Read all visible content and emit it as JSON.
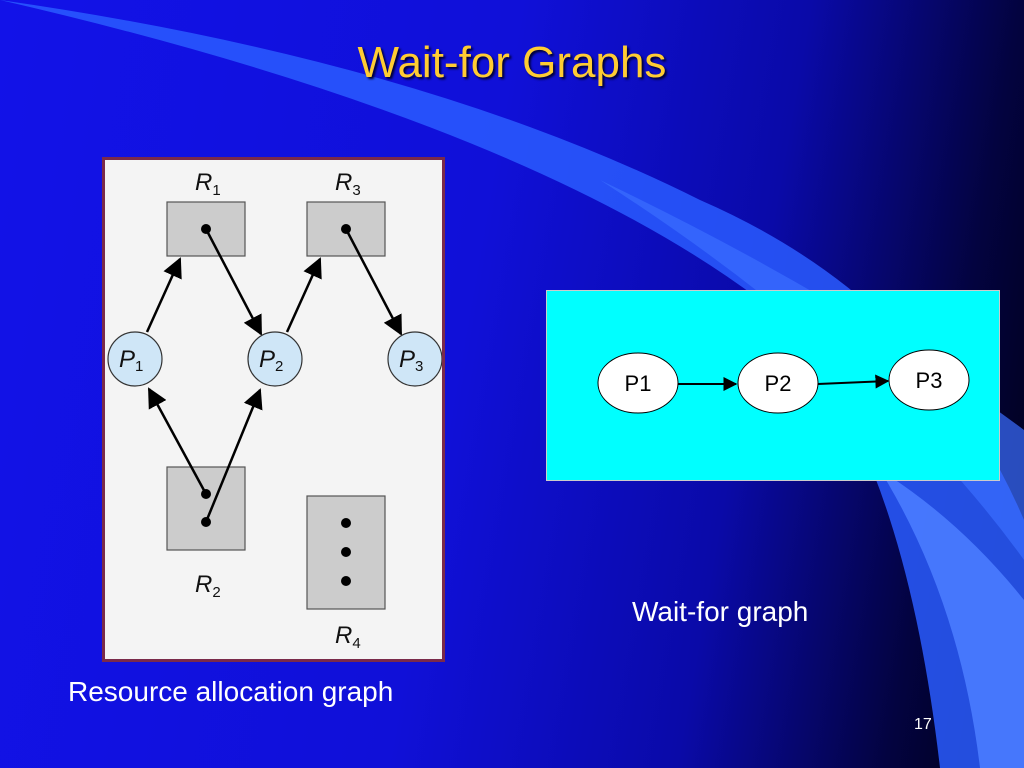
{
  "slide": {
    "title": "Wait-for Graphs",
    "number": "17"
  },
  "resource_allocation_graph": {
    "caption": "Resource allocation graph",
    "processes": [
      {
        "letter": "P",
        "sub": "1"
      },
      {
        "letter": "P",
        "sub": "2"
      },
      {
        "letter": "P",
        "sub": "3"
      }
    ],
    "resources": [
      {
        "letter": "R",
        "sub": "1"
      },
      {
        "letter": "R",
        "sub": "2"
      },
      {
        "letter": "R",
        "sub": "3"
      },
      {
        "letter": "R",
        "sub": "4"
      }
    ]
  },
  "wait_for_graph": {
    "caption": "Wait-for graph",
    "nodes": [
      "P1",
      "P2",
      "P3"
    ]
  },
  "colors": {
    "title": "#ffcc33",
    "process_fill": "#cfe6f7",
    "resource_fill": "#cccccc",
    "wfg_background": "#00ffff"
  }
}
